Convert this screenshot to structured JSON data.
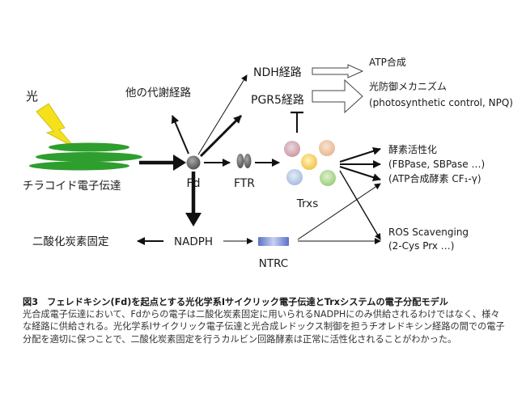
{
  "diagram": {
    "light": "光",
    "thylakoid": "チラコイド電子伝達",
    "other_metabolism": "他の代謝経路",
    "fd": "Fd",
    "ftr": "FTR",
    "trxs": "Trxs",
    "nadph": "NADPH",
    "ntrc": "NTRC",
    "co2_fixation": "二酸化炭素固定",
    "ndh": "NDH経路",
    "pgr5": "PGR5経路",
    "atp_synthesis": "ATP合成",
    "photoprotection_1": "光防御メカニズム",
    "photoprotection_2": "(photosynthetic control, NPQ)",
    "enzyme_1": "酵素活性化",
    "enzyme_2": "(FBPase, SBPase …)",
    "enzyme_3": "(ATP合成酵素  CF₁-γ)",
    "ros_1": "ROS Scavenging",
    "ros_2": "(2-Cys Prx …)"
  },
  "caption": {
    "title": "図3　フェレドキシン(Fd)を起点とする光化学系Iサイクリック電子伝達とTrxシステムの電子分配モデル",
    "body": "光合成電子伝達において、Fdからの電子は二酸化炭素固定に用いられるNADPHにのみ供給されるわけではなく、様々な経路に供給される。光化学系Iサイクリック電子伝達と光合成レドックス制御を担うチオレドキシン経路の間での電子分配を適切に保つことで、二酸化炭素固定を行うカルビン回路酵素は正常に活性化されることがわかった。"
  },
  "colors": {
    "thylakoid_green": "#2e9e2e",
    "lightning_yellow": "#f5e11b",
    "fd_gray": "#6e6e6e",
    "ntrc_blue": "#7c8fd6"
  }
}
